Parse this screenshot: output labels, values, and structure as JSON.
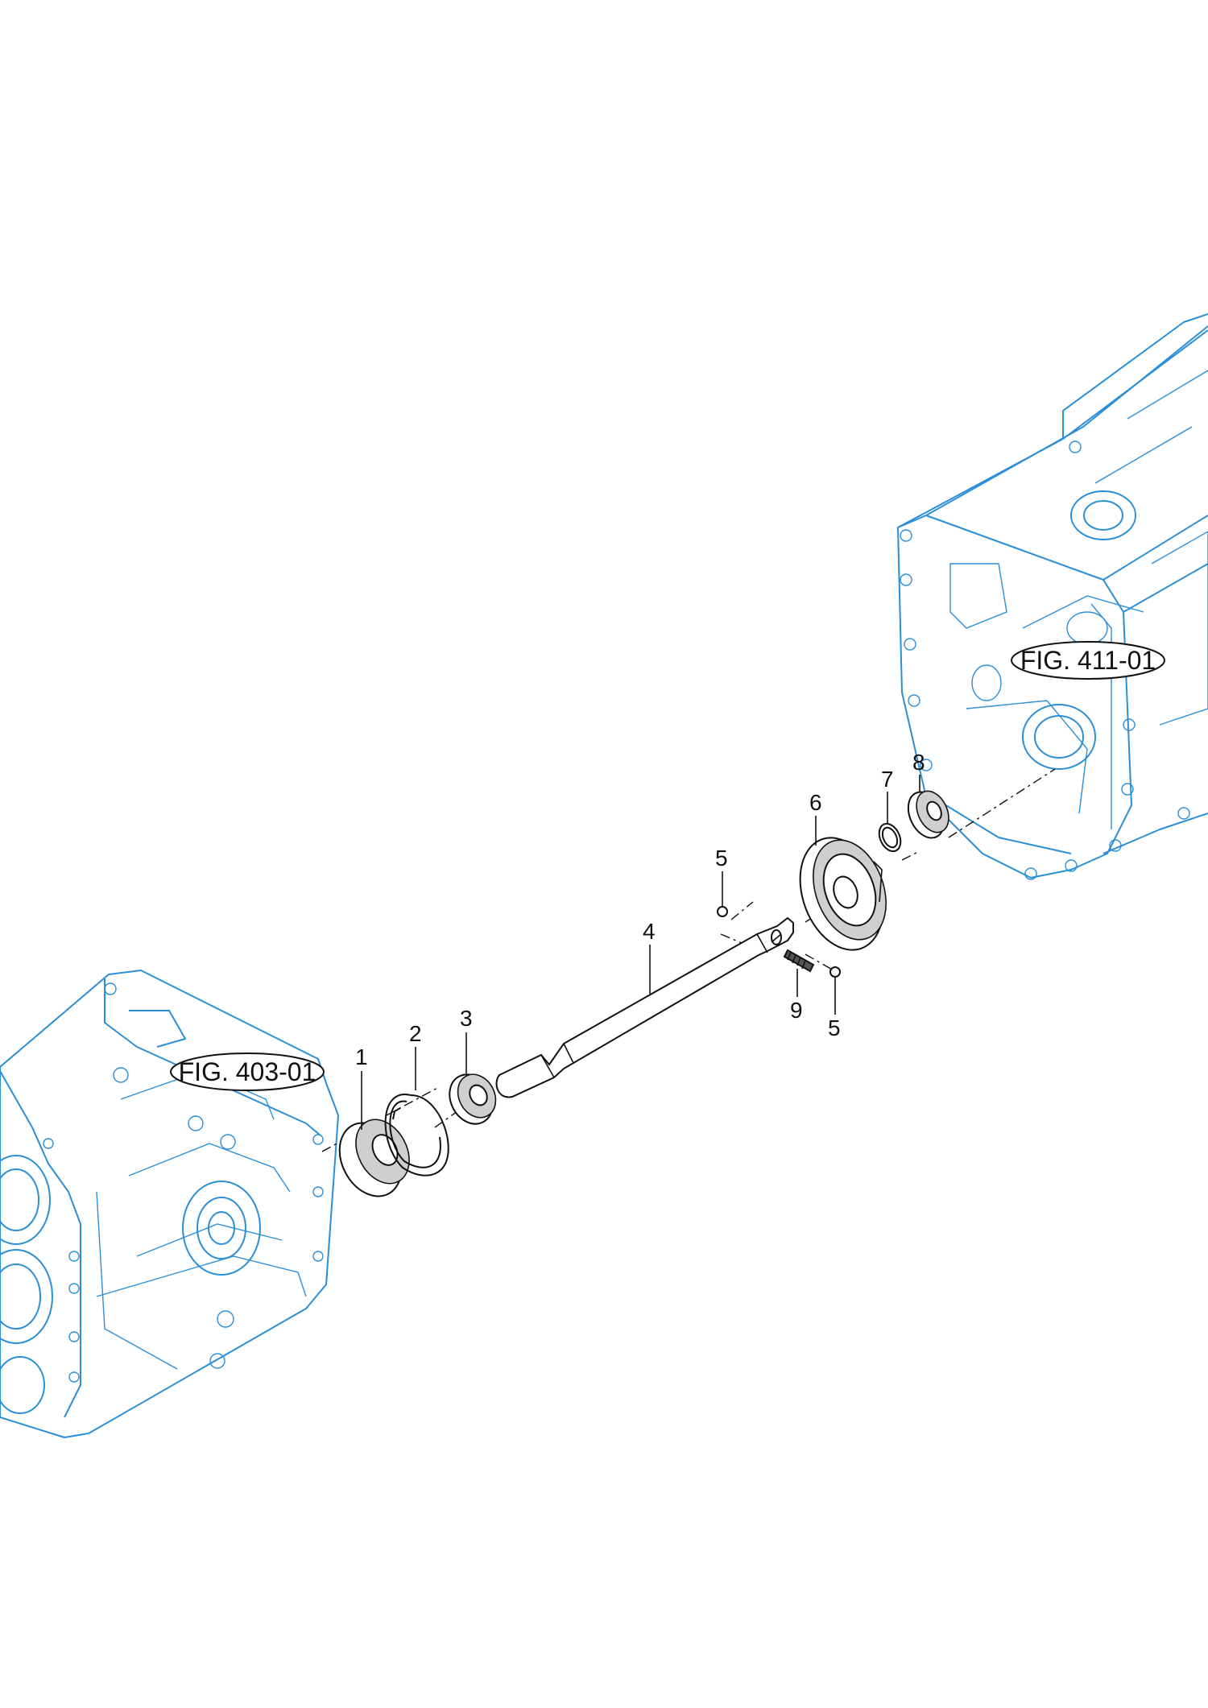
{
  "figure_refs": {
    "left": "FIG. 403-01",
    "right": "FIG. 411-01"
  },
  "callouts": {
    "c1": "1",
    "c2": "2",
    "c3": "3",
    "c4": "4",
    "c5a": "5",
    "c5b": "5",
    "c6": "6",
    "c7": "7",
    "c8": "8",
    "c9": "9"
  },
  "colors": {
    "housing_stroke": "#2b8fd8",
    "part_stroke": "#111111"
  }
}
